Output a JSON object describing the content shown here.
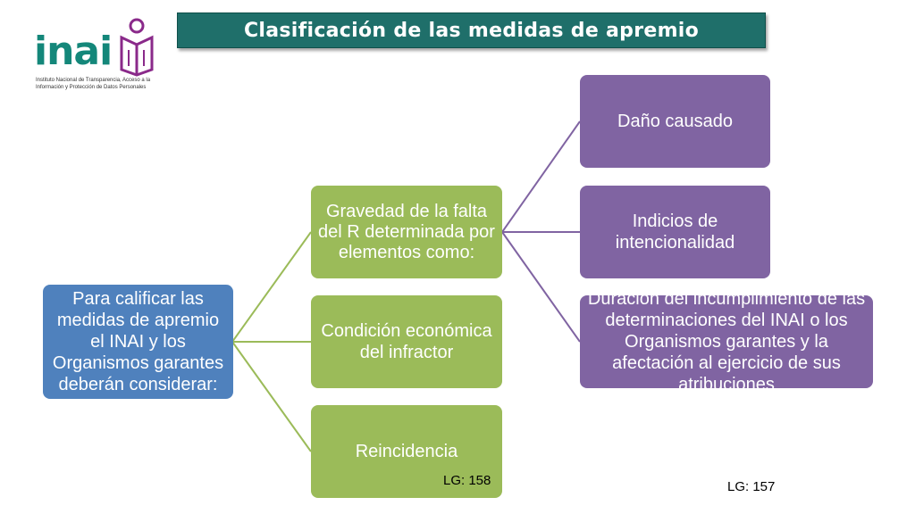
{
  "title": "Clasificación de las medidas de apremio",
  "logo": {
    "word": "inai",
    "subtitle": "Instituto Nacional de Transparencia, Acceso a la Información y Protección de Datos Personales"
  },
  "root": {
    "text": "Para calificar las medidas de apremio el INAI y los Organismos garantes deberán considerar:"
  },
  "level1": [
    {
      "text": "Gravedad de la falta del R determinada por elementos como:"
    },
    {
      "text": "Condición económica del infractor"
    },
    {
      "text": "Reincidencia"
    }
  ],
  "level2": [
    {
      "text": "Daño causado"
    },
    {
      "text": "Indicios de intencionalidad"
    },
    {
      "text": "Duración del incumplimiento de las determinaciones del INAI o los Organismos garantes y la afectación al ejercicio de sus atribuciones"
    }
  ],
  "notes": {
    "lg158": "LG: 158",
    "lg157": "LG: 157"
  },
  "colors": {
    "title_bg": "#1f6f6a",
    "root": "#4f81bd",
    "level1": "#9bbb59",
    "level2": "#8064a2",
    "line_green": "#9bbb59",
    "line_purple": "#8064a2",
    "logo_teal": "#14877a",
    "logo_purple": "#8a2a8a"
  }
}
